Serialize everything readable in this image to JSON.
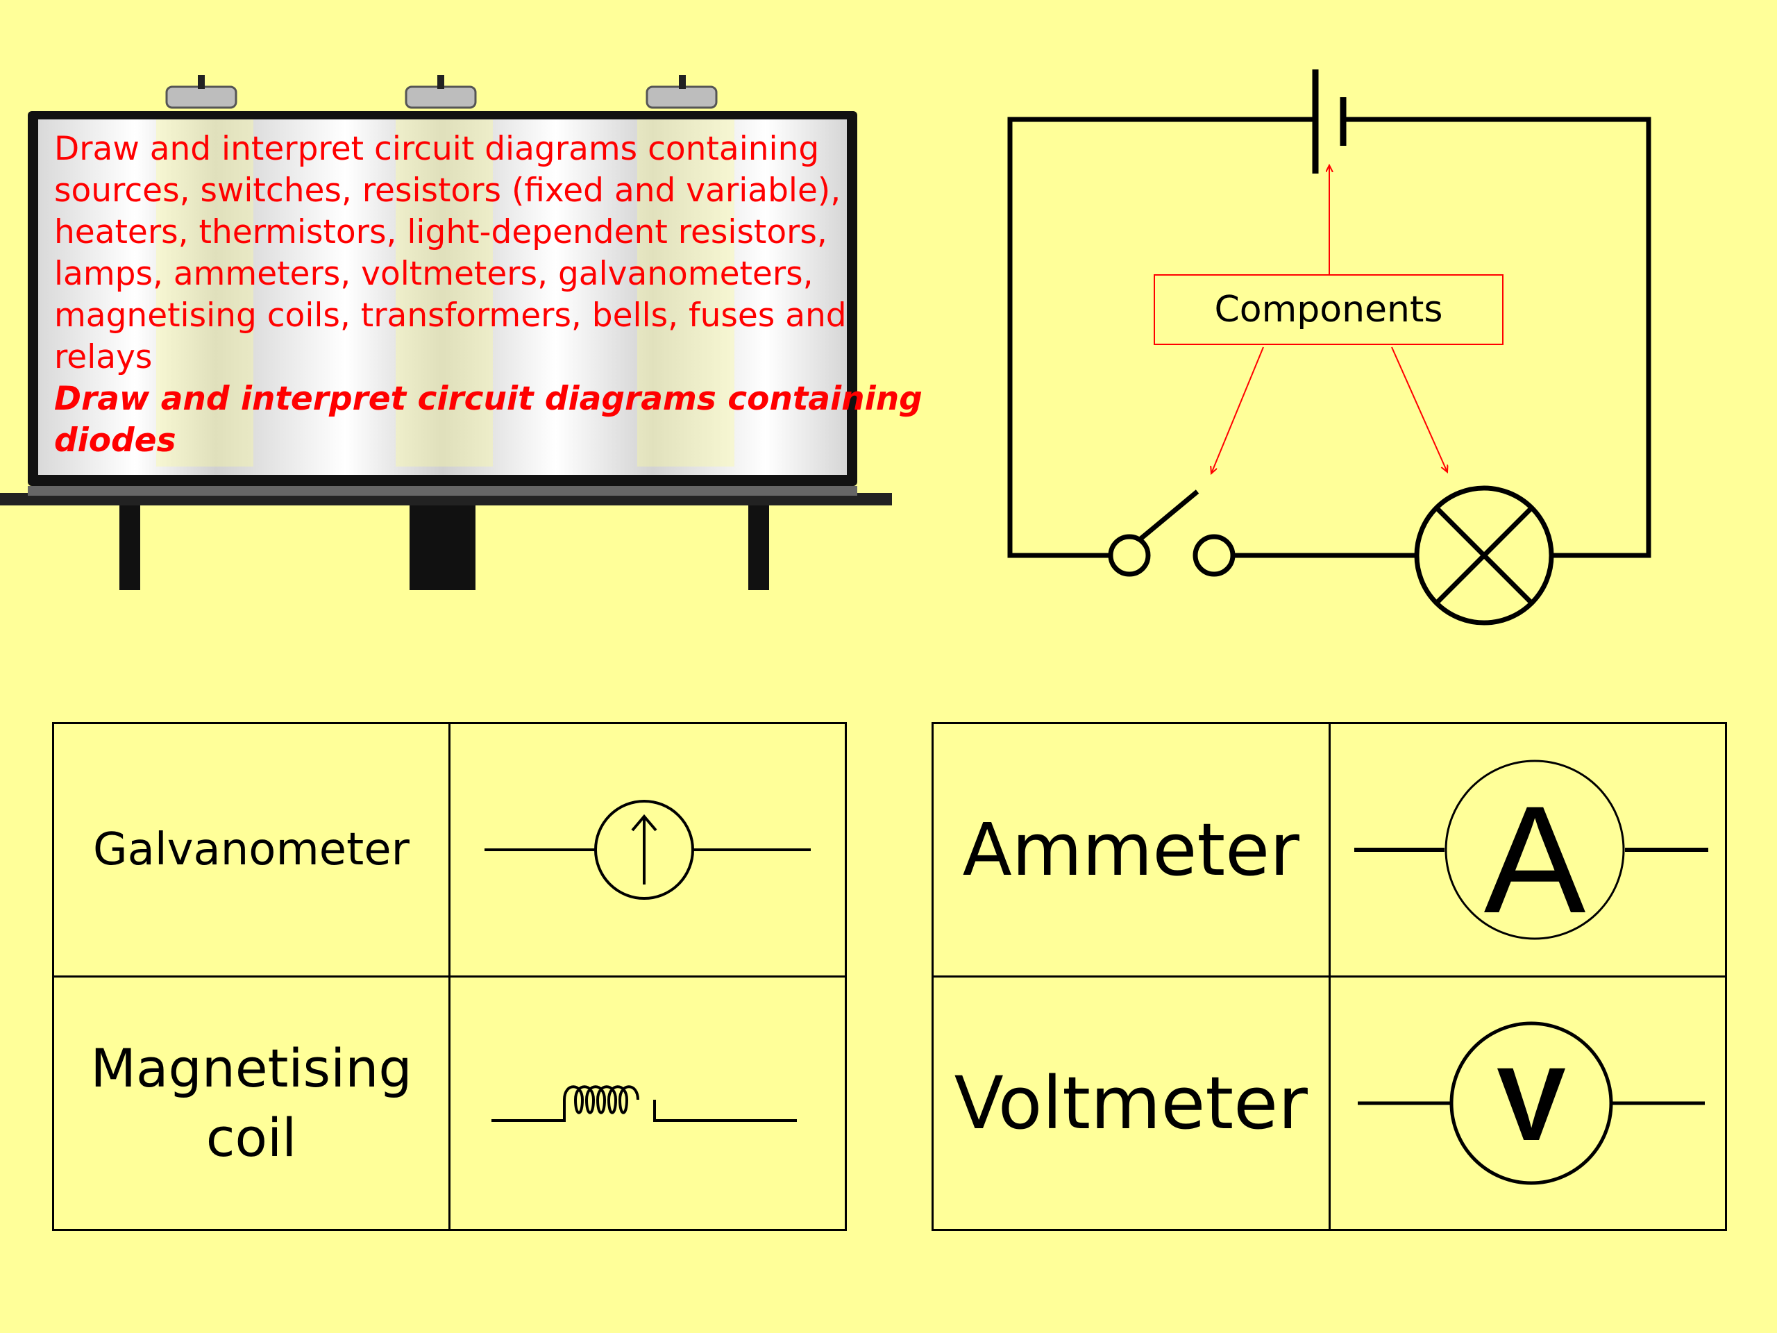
{
  "billboard": {
    "objective_lines": [
      "Draw and interpret circuit diagrams containing",
      "sources, switches, resistors (fixed and variable),",
      "heaters, thermistors, light-dependent resistors,",
      "lamps, ammeters, voltmeters, galvanometers,",
      "magnetising coils, transformers, bells, fuses and",
      "relays"
    ],
    "extended_lines": [
      "Draw and interpret circuit diagrams containing",
      "diodes"
    ]
  },
  "circuit": {
    "label": "Components",
    "components": [
      "cell-icon",
      "switch-icon",
      "lamp-icon"
    ]
  },
  "symbols_left": [
    {
      "name": "Galvanometer",
      "icon": "galvanometer-icon"
    },
    {
      "name": "Magnetising coil",
      "name_lines": [
        "Magnetising",
        "coil"
      ],
      "icon": "coil-icon"
    }
  ],
  "symbols_right": [
    {
      "name": "Ammeter",
      "icon": "ammeter-icon",
      "letter": "A"
    },
    {
      "name": "Voltmeter",
      "icon": "voltmeter-icon",
      "letter": "V"
    }
  ],
  "colors": {
    "background": "#ffff99",
    "objective_text": "#ff0000",
    "label_border": "#ff0000"
  }
}
